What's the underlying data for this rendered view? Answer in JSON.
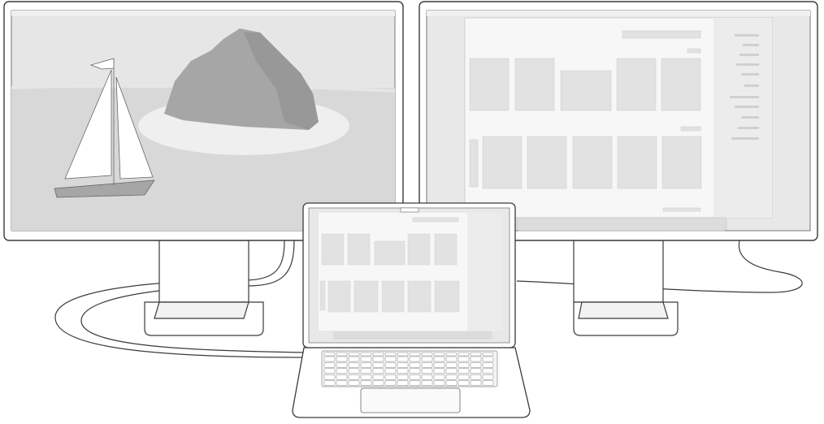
{
  "illustration": {
    "subject": "laptop-connected-to-two-external-displays",
    "colors": {
      "outline": "#3a3a3a",
      "bezel": "#ffffff",
      "sky": "#e6e6e6",
      "water": "#d8d8d8",
      "sand": "#efefef",
      "rock": "#a6a6a6",
      "placeholder": "#e4e4e4",
      "sidebar": "#ececec",
      "dock": "#dcdcdc"
    },
    "left_display": {
      "wallpaper": "sailboat-and-island"
    },
    "right_display": {
      "window": "photo-grid-app"
    },
    "laptop": {
      "window": "photo-grid-app"
    }
  }
}
